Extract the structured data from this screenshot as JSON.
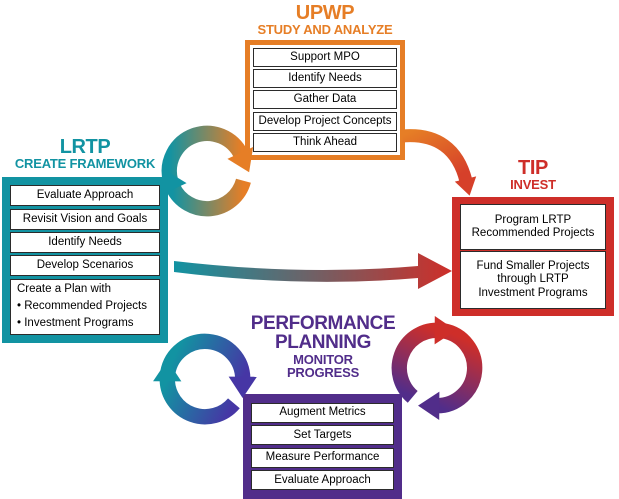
{
  "colors": {
    "upwp_orange": "#E67E26",
    "lrtp_teal": "#1293A2",
    "tip_red": "#CE2E29",
    "performance_purple": "#512D8A"
  },
  "sections": {
    "upwp": {
      "title": "UPWP",
      "subtitle": "STUDY AND ANALYZE",
      "items": [
        "Support MPO",
        "Identify Needs",
        "Gather Data",
        "Develop Project Concepts",
        "Think Ahead"
      ]
    },
    "lrtp": {
      "title": "LRTP",
      "subtitle": "CREATE FRAMEWORK",
      "items": [
        "Evaluate Approach",
        "Revisit Vision and Goals",
        "Identify Needs",
        "Develop Scenarios"
      ],
      "plan": {
        "heading": "Create a Plan with",
        "bullet_char": "•",
        "bullets": [
          "Recommended Projects",
          "Investment Programs"
        ]
      }
    },
    "tip": {
      "title": "TIP",
      "subtitle": "INVEST",
      "items": [
        "Program LRTP Recommended Projects",
        "Fund Smaller Projects through LRTP Investment Programs"
      ]
    },
    "performance": {
      "title_lines": [
        "PERFORMANCE",
        "PLANNING"
      ],
      "subtitle_lines": [
        "MONITOR",
        "PROGRESS"
      ],
      "items": [
        "Augment Metrics",
        "Set Targets",
        "Measure Performance",
        "Evaluate Approach"
      ]
    }
  },
  "arrows": {
    "cycle_lrtp_upwp": {
      "type": "cycle",
      "between": [
        "LRTP",
        "UPWP"
      ],
      "colors": [
        "#1293A2",
        "#E67E26"
      ]
    },
    "arrow_upwp_tip": {
      "type": "curved",
      "from": "UPWP",
      "to": "TIP",
      "colors": [
        "#E67E26",
        "#CE2E29"
      ]
    },
    "arrow_lrtp_tip": {
      "type": "straight",
      "from": "LRTP",
      "to": "TIP",
      "colors": [
        "#1293A2",
        "#CE2E29"
      ]
    },
    "cycle_tip_performance": {
      "type": "cycle",
      "between": [
        "TIP",
        "PERFORMANCE PLANNING"
      ],
      "colors": [
        "#CE2E29",
        "#512D8A"
      ]
    },
    "cycle_performance_lrtp": {
      "type": "cycle",
      "between": [
        "PERFORMANCE PLANNING",
        "LRTP"
      ],
      "colors": [
        "#512D8A",
        "#1293A2"
      ]
    }
  }
}
